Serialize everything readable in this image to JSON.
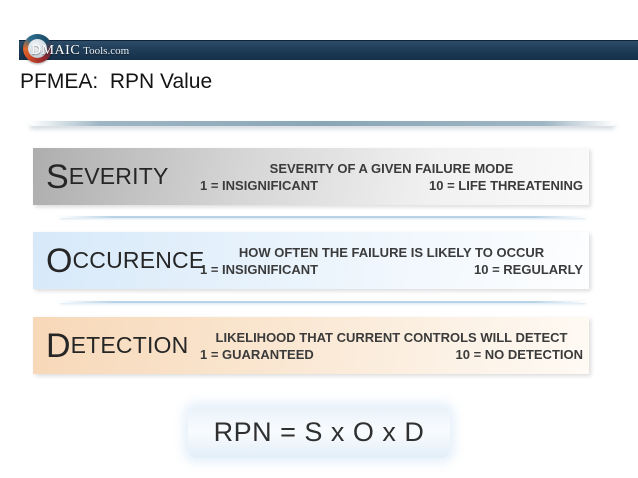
{
  "colors": {
    "header_bar": "#1d3a54",
    "logo_ring_orange": "#e06a2c",
    "logo_ring_teal": "#2c6e8e",
    "severity_left": "#aeaeae",
    "occurence_left": "#d7e9f9",
    "detection_left": "#f7d8b8",
    "divider_blue": "#b9d3e6",
    "title_divider": "#8aa6b6",
    "formula_highlight": "#e2eef8",
    "text_dark": "#3b3b3b"
  },
  "header": {
    "logo_dmaic": "DMAIC",
    "logo_tools": "Tools.com",
    "title": "PFMEA:  RPN Value"
  },
  "rows": [
    {
      "name": "severity",
      "label_initial": "S",
      "label_rest": "EVERITY",
      "description": "SEVERITY OF A GIVEN FAILURE MODE",
      "low": "1 = INSIGNIFICANT",
      "high": "10 = LIFE THREATENING"
    },
    {
      "name": "occurence",
      "label_initial": "O",
      "label_rest": "CCURENCE",
      "description": "HOW OFTEN THE FAILURE IS LIKELY TO OCCUR",
      "low": "1 = INSIGNIFICANT",
      "high": "10 = REGULARLY"
    },
    {
      "name": "detection",
      "label_initial": "D",
      "label_rest": "ETECTION",
      "description": "LIKELIHOOD THAT CURRENT CONTROLS WILL DETECT",
      "low": "1 = GUARANTEED",
      "high": "10 = NO DETECTION"
    }
  ],
  "formula": "RPN = S x O x D"
}
